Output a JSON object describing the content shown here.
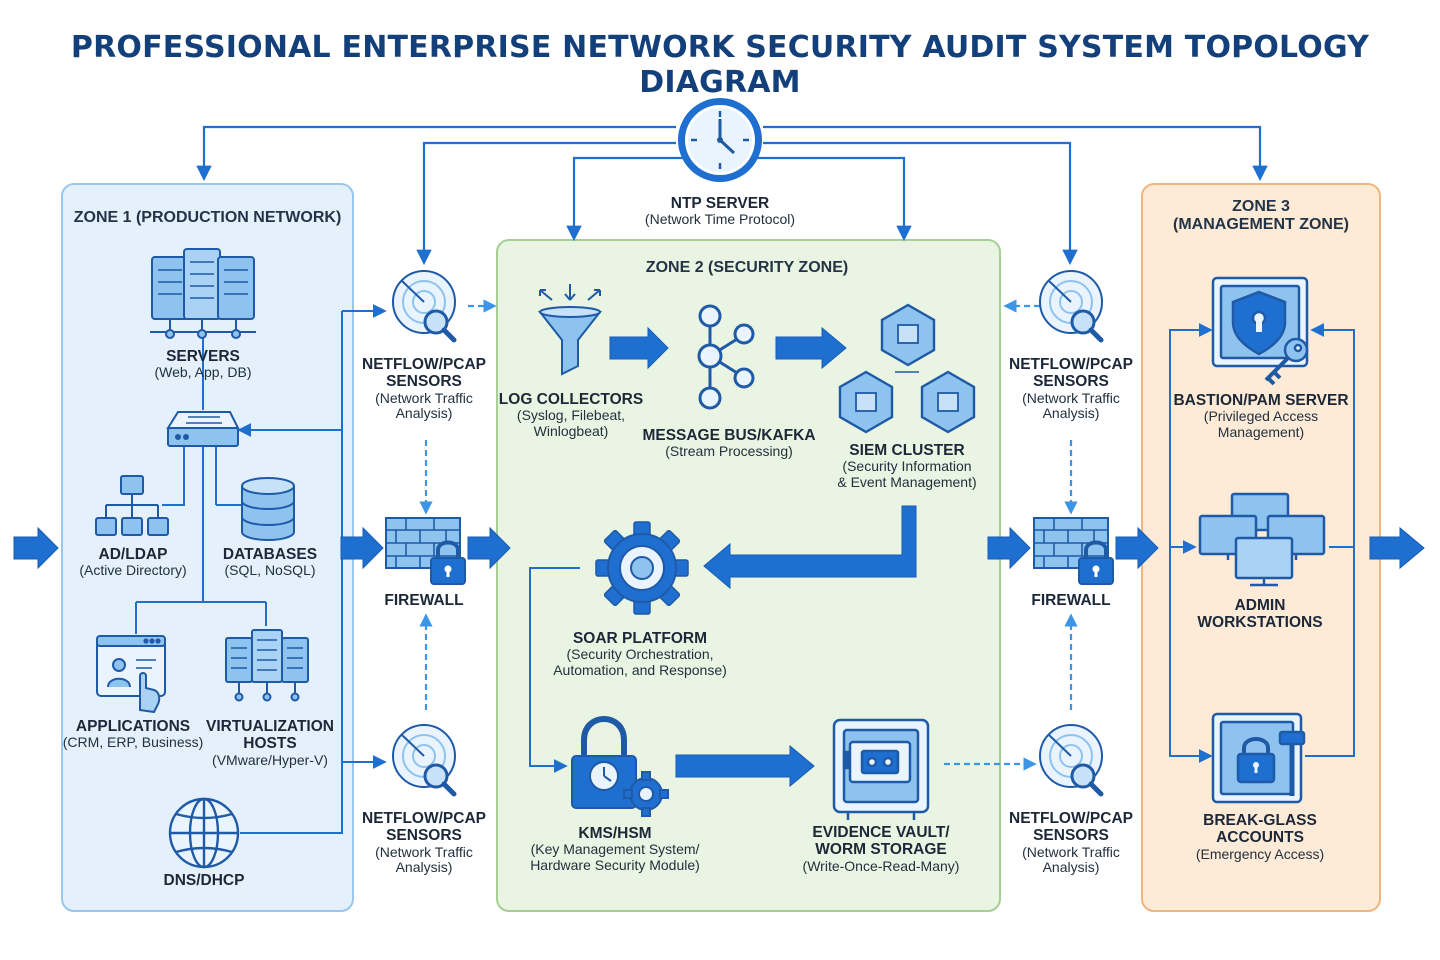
{
  "title": "PROFESSIONAL ENTERPRISE NETWORK SECURITY AUDIT SYSTEM TOPOLOGY DIAGRAM",
  "colors": {
    "title": "#13407a",
    "zone1_fill": "#e4f0fb",
    "zone1_border": "#9cc7ec",
    "zone2_fill": "#e9f4e2",
    "zone2_border": "#a5cf95",
    "zone3_fill": "#fdebd7",
    "zone3_border": "#efb57f",
    "accent": "#1a73d9",
    "icon_line": "#1f5aa6",
    "icon_fill": "#8ec3f0"
  },
  "ntp": {
    "name": "NTP SERVER",
    "sub": "(Network Time Protocol)",
    "icon": "clock-icon"
  },
  "zone1": {
    "title": "ZONE 1 (PRODUCTION NETWORK)",
    "servers": {
      "name": "SERVERS",
      "sub": "(Web, App, DB)",
      "icon": "server-rack-icon"
    },
    "switch": {
      "icon": "network-switch-icon"
    },
    "adldap": {
      "name": "AD/LDAP",
      "sub": "(Active Directory)",
      "icon": "directory-tree-icon"
    },
    "databases": {
      "name": "DATABASES",
      "sub": "(SQL, NoSQL)",
      "icon": "database-icon"
    },
    "applications": {
      "name": "APPLICATIONS",
      "sub": "(CRM, ERP, Business)",
      "icon": "application-window-icon"
    },
    "virtualization": {
      "name1": "VIRTUALIZATION",
      "name2": "HOSTS",
      "sub": "(VMware/Hyper-V)",
      "icon": "virtual-hosts-icon"
    },
    "dnsdhcp": {
      "name": "DNS/DHCP",
      "icon": "globe-icon"
    }
  },
  "sensors": {
    "name1": "NETFLOW/PCAP",
    "name2": "SENSORS",
    "sub1": "(Network Traffic",
    "sub2": "Analysis)",
    "icon": "radar-magnifier-icon"
  },
  "firewall": {
    "name": "FIREWALL",
    "icon": "firewall-lock-icon"
  },
  "zone2": {
    "title": "ZONE 2 (SECURITY ZONE)",
    "log_collectors": {
      "name": "LOG COLLECTORS",
      "sub1": "(Syslog, Filebeat,",
      "sub2": "Winlogbeat)",
      "icon": "funnel-icon"
    },
    "message_bus": {
      "name": "MESSAGE BUS/KAFKA",
      "sub": "(Stream Processing)",
      "icon": "kafka-nodes-icon"
    },
    "siem": {
      "name": "SIEM CLUSTER",
      "sub1": "(Security Information",
      "sub2": "& Event Management)",
      "icon": "hexagon-cluster-icon"
    },
    "soar": {
      "name": "SOAR PLATFORM",
      "sub1": "(Security Orchestration,",
      "sub2": "Automation, and Response)",
      "icon": "gear-icon"
    },
    "kms": {
      "name": "KMS/HSM",
      "sub1": "(Key Management System/",
      "sub2": "Hardware Security Module)",
      "icon": "padlock-clock-icon"
    },
    "vault": {
      "name1": "EVIDENCE VAULT/",
      "name2": "WORM STORAGE",
      "sub": "(Write-Once-Read-Many)",
      "icon": "safe-vault-icon"
    }
  },
  "zone3": {
    "title1": "ZONE 3",
    "title2": "(MANAGEMENT ZONE)",
    "bastion": {
      "name": "BASTION/PAM SERVER",
      "sub1": "(Privileged Access",
      "sub2": "Management)",
      "icon": "shield-key-icon"
    },
    "admin": {
      "name1": "ADMIN",
      "name2": "WORKSTATIONS",
      "icon": "monitors-icon"
    },
    "breakglass": {
      "name1": "BREAK-GLASS",
      "name2": "ACCOUNTS",
      "sub": "(Emergency Access)",
      "icon": "glass-box-hammer-icon"
    }
  }
}
